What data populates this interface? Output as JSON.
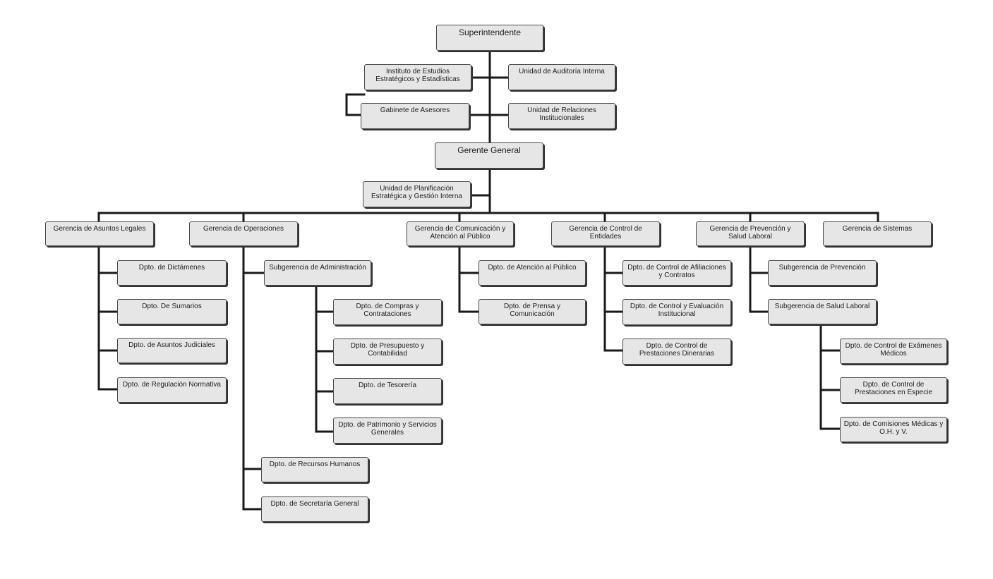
{
  "units": {
    "superintendente": "Superintendente",
    "instituto": "Instituto de Estudios\nEstratégicos y Estadísticas",
    "auditoria": "Unidad de Auditoría Interna",
    "gabinete": "Gabinete de Asesores",
    "relaciones": "Unidad de Relaciones\nInstitucionales",
    "gerente_general": "Gerente General",
    "planificacion": "Unidad de Planificación\nEstratégica y Gestión Interna",
    "g_legales": "Gerencia de Asuntos Legales",
    "dictamenes": "Dpto. de Dictámenes",
    "sumarios": "Dpto. De Sumarios",
    "judiciales": "Dpto. de Asuntos Judiciales",
    "regulacion": "Dpto. de Regulación Normativa",
    "g_operaciones": "Gerencia de Operaciones",
    "sub_administracion": "Subgerencia de Administración",
    "compras": "Dpto. de Compras y\nContrataciones",
    "presupuesto": "Dpto. de Presupuesto y\nContabilidad",
    "tesoreria": "Dpto. de Tesorería",
    "patrimonio": "Dpto. de Patrimonio y Servicios\nGenerales",
    "rrhh": "Dpto. de Recursos Humanos",
    "secretaria": "Dpto. de Secretaría General",
    "g_comunicacion": "Gerencia de Comunicación y\nAtención al Público",
    "atencion": "Dpto. de Atención al Público",
    "prensa": "Dpto. de Prensa y\nComunicación",
    "g_control": "Gerencia de Control de\nEntidades",
    "afiliaciones": "Dpto. de Control de Afiliaciones\ny Contratos",
    "evaluacion": "Dpto. de Control y Evaluación\nInstitucional",
    "dinerarias": "Dpto. de Control de\nPrestaciones Dinerarias",
    "g_prevencion": "Gerencia de Prevención y\nSalud Laboral",
    "sub_prevencion": "Subgerencia de Prevención",
    "sub_salud": "Subgerencia de Salud Laboral",
    "examenes": "Dpto. de Control de Exámenes\nMédicos",
    "especie": "Dpto. de Control de\nPrestaciones en Especie",
    "comisiones": "Dpto. de Comisiones Médicas y\nO.H. y V.",
    "g_sistemas": "Gerencia de Sistemas"
  }
}
